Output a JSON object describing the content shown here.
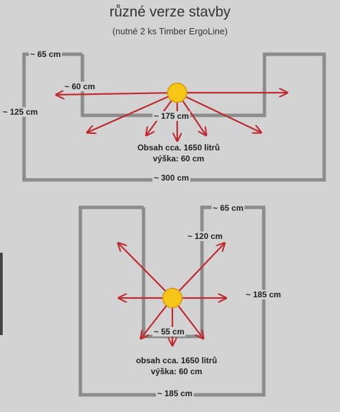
{
  "title": "různé verze stavby",
  "subtitle": "(nutné 2 ks Timber ErgoLine)",
  "top_design": {
    "labels": {
      "width_65": "~ 65 cm",
      "depth_60": "~ 60 cm",
      "depth_125": "~ 125 cm",
      "inner_175": "~ 175 cm",
      "outer_300": "~ 300 cm"
    },
    "info": {
      "volume": "Obsah cca. 1650 litrů",
      "height": "výška: 60 cm"
    }
  },
  "bottom_design": {
    "labels": {
      "width_65": "~ 65 cm",
      "inner_120": "~ 120 cm",
      "outer_185": "~ 185 cm",
      "inner_55": "~ 55 cm",
      "bottom_185": "~ 185 cm"
    },
    "info": {
      "volume": "obsah cca. 1650 litrů",
      "height": "výška: 60 cm"
    }
  },
  "colors": {
    "background": "#d3d3d3",
    "wall": "#8c8c8c",
    "arrow": "#c0282d",
    "pump": "#f5c518"
  }
}
